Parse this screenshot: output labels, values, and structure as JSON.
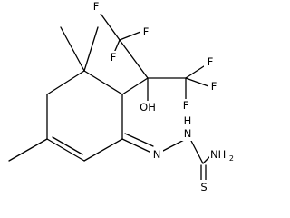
{
  "molecule": {
    "atom_labels": {
      "f1": "F",
      "f2": "F",
      "f3": "F",
      "f4": "F",
      "f5": "F",
      "f6": "F",
      "oh": "OH",
      "n_imine": "N",
      "n_hydrazine": "N",
      "h_nh": "H",
      "nh2": "NH",
      "nh2_sub": "2",
      "s": "S"
    }
  }
}
